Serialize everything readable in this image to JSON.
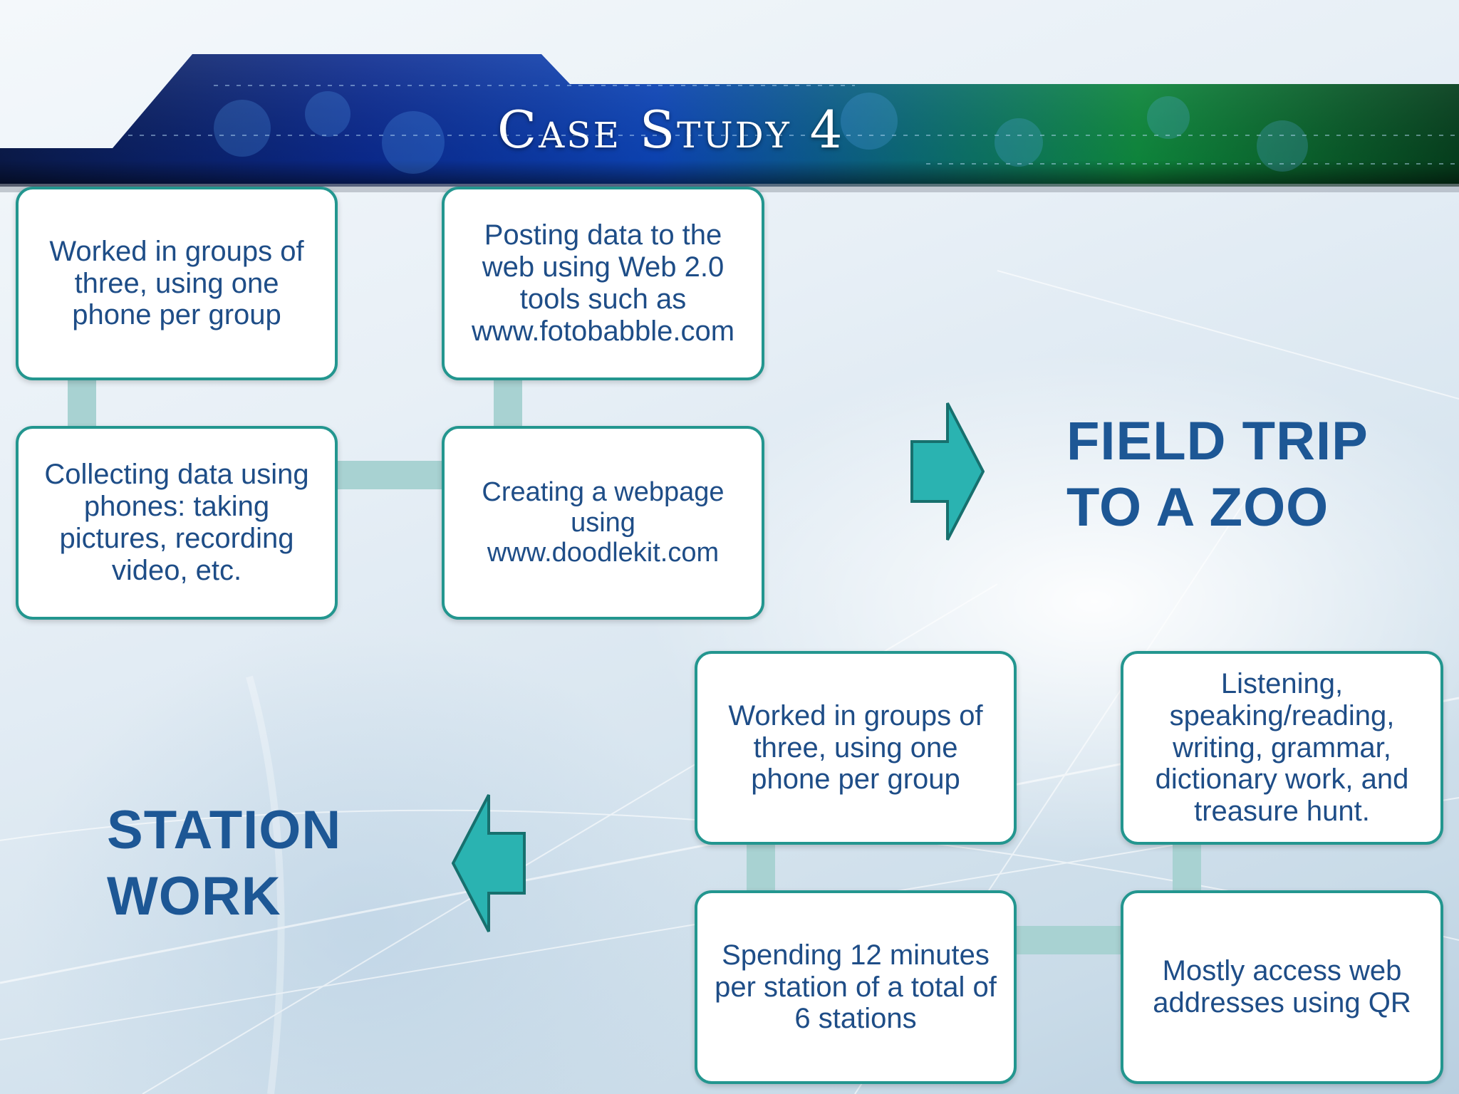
{
  "header": {
    "title": "Case Study 4"
  },
  "field_trip": {
    "heading_line1": "FIELD TRIP",
    "heading_line2": "TO A ZOO",
    "boxes": [
      "Worked in groups of three, using one phone per group",
      "Posting data to the web using Web 2.0 tools such as www.fotobabble.com",
      "Collecting data using phones: taking pictures, recording video, etc.",
      "Creating a webpage using www.doodlekit.com"
    ]
  },
  "station_work": {
    "heading_line1": "STATION",
    "heading_line2": "WORK",
    "boxes": [
      "Worked in groups of three, using one phone per group",
      "Listening, speaking/reading, writing, grammar, dictionary work, and treasure hunt.",
      "Spending 12 minutes per station of a total of 6 stations",
      "Mostly access web addresses using QR"
    ]
  },
  "colors": {
    "box_border": "#23968f",
    "box_text": "#1e4d87",
    "heading": "#1d5795",
    "arrow_fill": "#2ab3b1",
    "connector": "#a8d2d2"
  }
}
